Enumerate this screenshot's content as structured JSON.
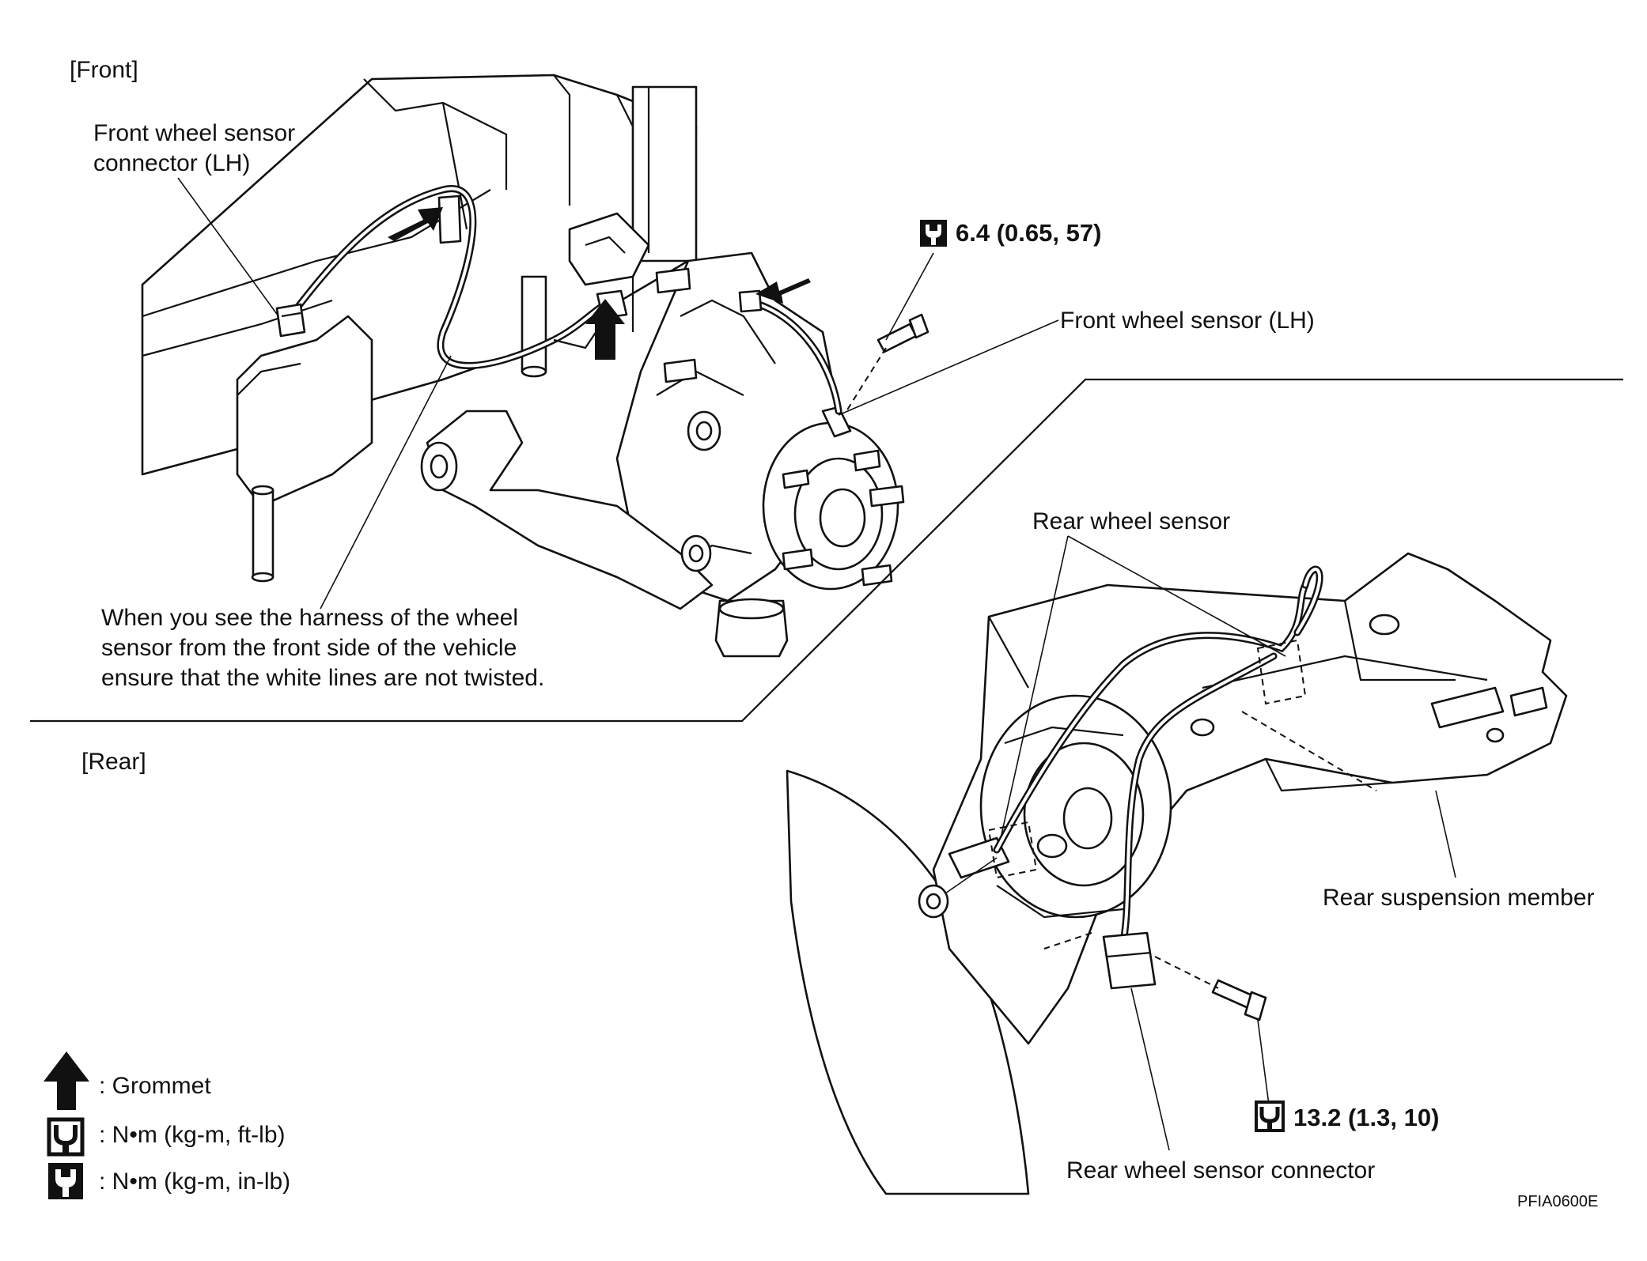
{
  "sections": {
    "front": "[Front]",
    "rear": "[Rear]"
  },
  "callouts": {
    "front_connector_line1": "Front wheel sensor",
    "front_connector_line2": "connector (LH)",
    "front_sensor": "Front wheel sensor  (LH)",
    "front_torque": "6.4 (0.65, 57)",
    "harness_note_line1": "When you see the harness of the wheel",
    "harness_note_line2": "sensor from the front side of the vehicle",
    "harness_note_line3": "ensure that the white lines are not twisted.",
    "rear_sensor": "Rear wheel sensor",
    "rear_suspension": "Rear suspension member",
    "rear_torque": "13.2 (1.3, 10)",
    "rear_connector": "Rear wheel sensor connector"
  },
  "legend": {
    "grommet": ": Grommet",
    "torque_ftlb": ":  N•m  (kg-m,  ft-lb)",
    "torque_inlb": ":  N•m  (kg-m,  in-lb)"
  },
  "figure_code": "PFIA0600E",
  "icons": {
    "grommet": "up-arrow-icon",
    "torque_ftlb": "open-wrench-icon",
    "torque_inlb": "filled-wrench-icon"
  },
  "colors": {
    "ink": "#111111",
    "paper": "#ffffff"
  }
}
